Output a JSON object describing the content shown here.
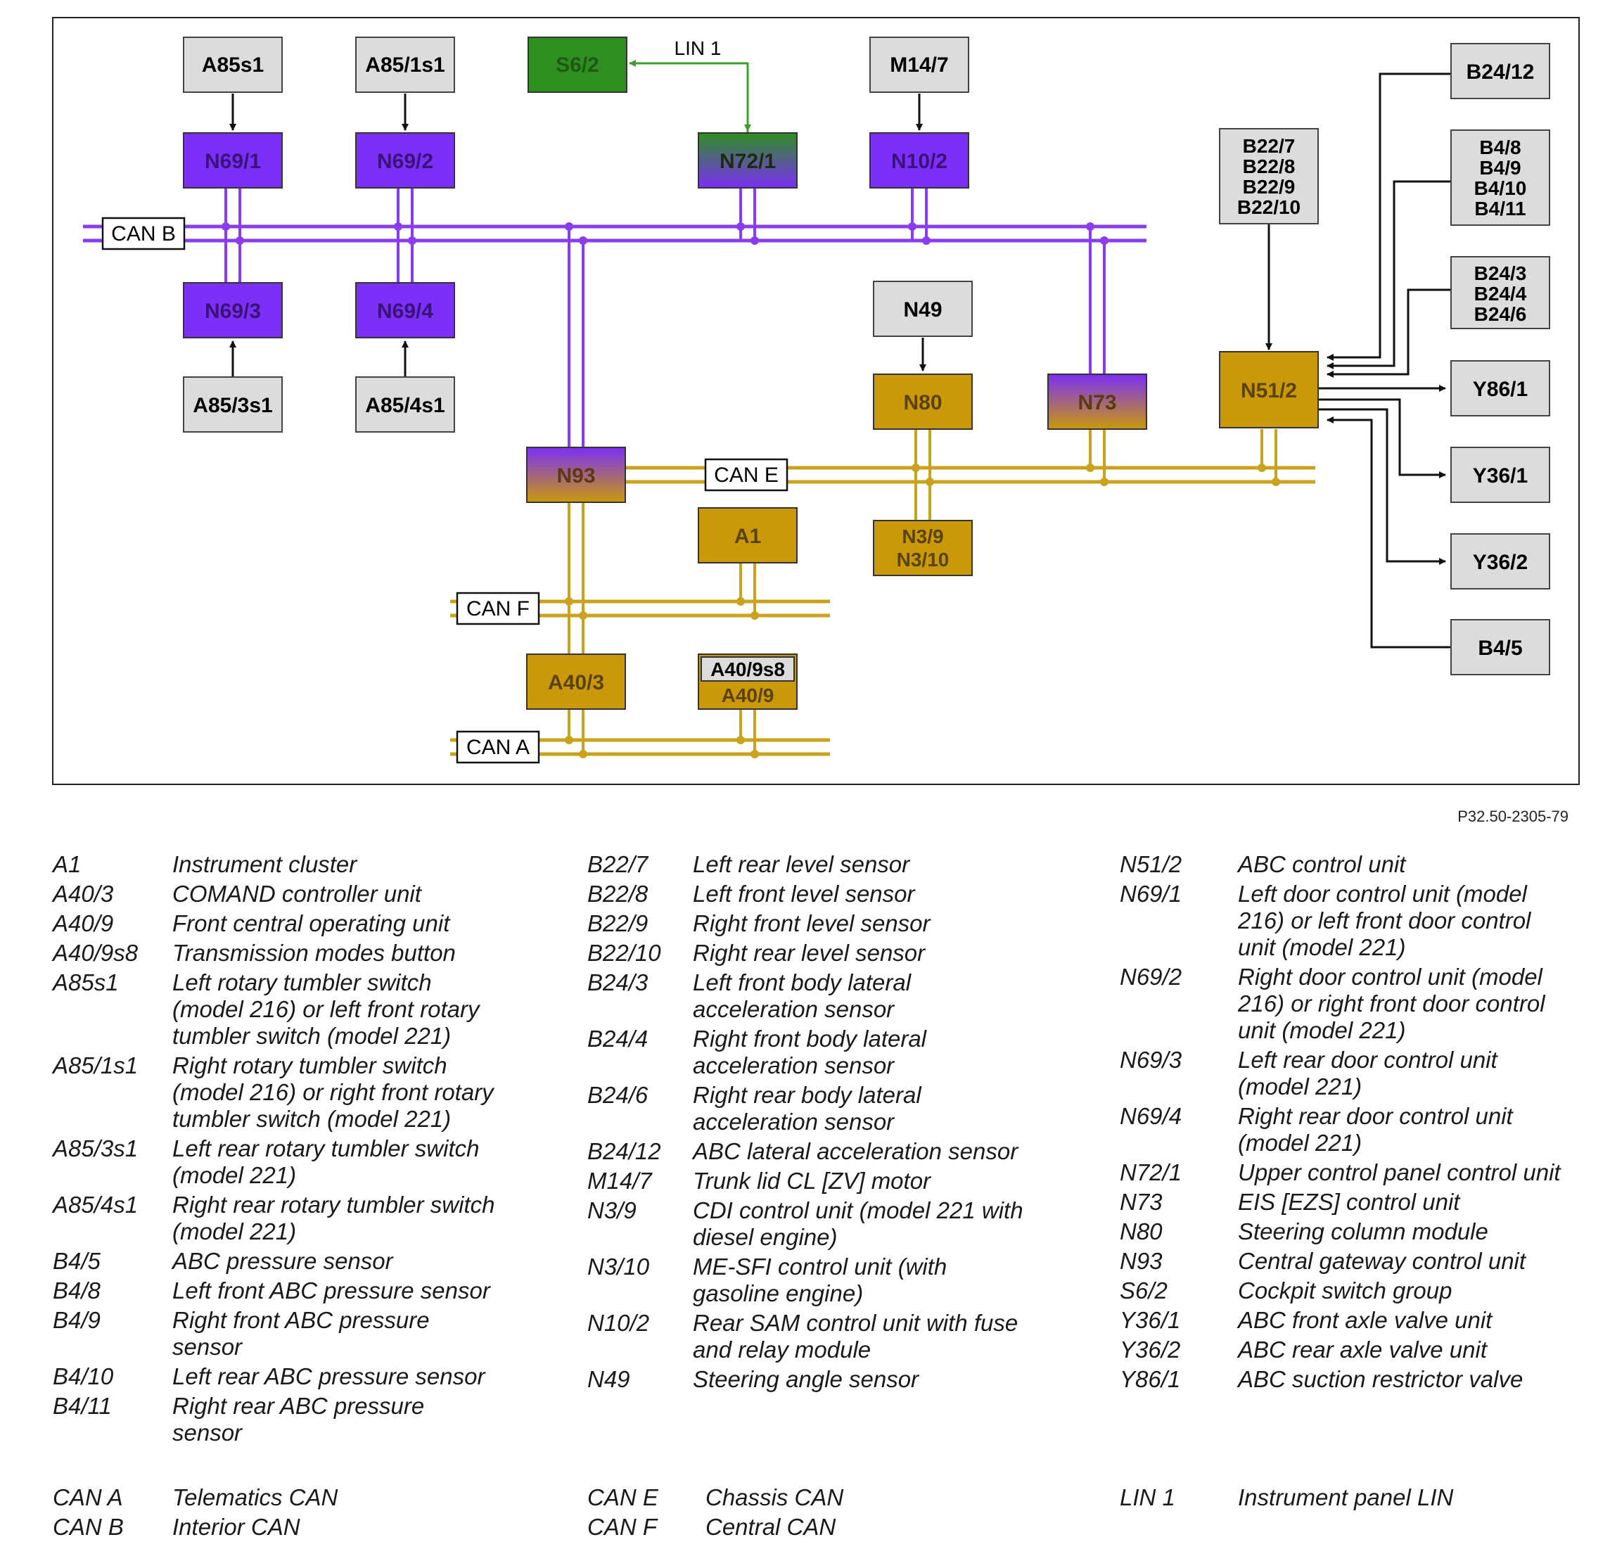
{
  "colors": {
    "purple": "#7b2ff7",
    "purple_line": "#8a3cf0",
    "gold": "#c9990a",
    "gold_line": "#caa21c",
    "green": "#2e8f20",
    "green_line": "#3aa02a",
    "gray": "#dcdcdc",
    "black": "#111111"
  },
  "diagram": {
    "boxes": {
      "A85s1": "A85s1",
      "A85_1s1": "A85/1s1",
      "S6_2": "S6/2",
      "M14_7": "M14/7",
      "N69_1": "N69/1",
      "N69_2": "N69/2",
      "N72_1": "N72/1",
      "N10_2": "N10/2",
      "N69_3": "N69/3",
      "N69_4": "N69/4",
      "A85_3s1": "A85/3s1",
      "A85_4s1": "A85/4s1",
      "N49": "N49",
      "N80": "N80",
      "N73": "N73",
      "N93": "N93",
      "A1": "A1",
      "N3_9": "N3/9",
      "N3_10": "N3/10",
      "A40_3": "A40/3",
      "A40_9s8": "A40/9s8",
      "A40_9": "A40/9",
      "B22_7": "B22/7",
      "B22_8": "B22/8",
      "B22_9": "B22/9",
      "B22_10": "B22/10",
      "N51_2": "N51/2",
      "B24_12": "B24/12",
      "B4_8": "B4/8",
      "B4_9": "B4/9",
      "B4_10": "B4/10",
      "B4_11": "B4/11",
      "B24_3": "B24/3",
      "B24_4": "B24/4",
      "B24_6": "B24/6",
      "Y86_1": "Y86/1",
      "Y36_1": "Y36/1",
      "Y36_2": "Y36/2",
      "B4_5": "B4/5"
    },
    "buses": {
      "can_b": "CAN B",
      "can_e": "CAN E",
      "can_f": "CAN F",
      "can_a": "CAN A",
      "lin_1": "LIN 1"
    }
  },
  "reference": "P32.50-2305-79",
  "legend": {
    "col1": [
      {
        "code": "A1",
        "desc": "Instrument cluster"
      },
      {
        "code": "A40/3",
        "desc": "COMAND controller unit"
      },
      {
        "code": "A40/9",
        "desc": "Front central operating unit"
      },
      {
        "code": "A40/9s8",
        "desc": "Transmission modes button"
      },
      {
        "code": "A85s1",
        "desc": "Left rotary tumbler switch\n(model 216) or left front rotary\ntumbler switch (model 221)"
      },
      {
        "code": "A85/1s1",
        "desc": "Right rotary tumbler switch\n(model 216) or right front rotary\ntumbler switch (model 221)"
      },
      {
        "code": "A85/3s1",
        "desc": "Left rear rotary tumbler switch\n(model 221)"
      },
      {
        "code": "A85/4s1",
        "desc": "Right rear rotary tumbler switch\n(model 221)"
      },
      {
        "code": "B4/5",
        "desc": "ABC pressure sensor"
      },
      {
        "code": "B4/8",
        "desc": "Left front ABC pressure sensor"
      },
      {
        "code": "B4/9",
        "desc": "Right front ABC pressure\nsensor"
      },
      {
        "code": "B4/10",
        "desc": "Left rear ABC pressure sensor"
      },
      {
        "code": "B4/11",
        "desc": "Right rear ABC pressure\nsensor"
      }
    ],
    "col2": [
      {
        "code": "B22/7",
        "desc": "Left rear level sensor"
      },
      {
        "code": "B22/8",
        "desc": "Left front level sensor"
      },
      {
        "code": "B22/9",
        "desc": "Right front level sensor"
      },
      {
        "code": "B22/10",
        "desc": "Right rear level sensor"
      },
      {
        "code": "B24/3",
        "desc": "Left front body lateral\nacceleration sensor"
      },
      {
        "code": "B24/4",
        "desc": "Right front body lateral\nacceleration sensor"
      },
      {
        "code": "B24/6",
        "desc": "Right rear body lateral\nacceleration sensor"
      },
      {
        "code": "B24/12",
        "desc": "ABC lateral acceleration sensor"
      },
      {
        "code": "M14/7",
        "desc": "Trunk lid CL [ZV] motor"
      },
      {
        "code": "N3/9",
        "desc": "CDI control unit (model 221 with\ndiesel engine)"
      },
      {
        "code": "N3/10",
        "desc": "ME-SFI control unit (with\ngasoline engine)"
      },
      {
        "code": "N10/2",
        "desc": "Rear SAM control unit with fuse\nand relay module"
      },
      {
        "code": "N49",
        "desc": "Steering angle sensor"
      }
    ],
    "col3": [
      {
        "code": "N51/2",
        "desc": "ABC control unit"
      },
      {
        "code": "N69/1",
        "desc": "Left door control unit (model\n216) or left front door control\nunit (model 221)"
      },
      {
        "code": "N69/2",
        "desc": "Right door control unit (model\n216) or right front door control\nunit (model 221)"
      },
      {
        "code": "N69/3",
        "desc": "Left rear door control unit\n(model 221)"
      },
      {
        "code": "N69/4",
        "desc": "Right rear door control unit\n(model 221)"
      },
      {
        "code": "N72/1",
        "desc": "Upper control panel control unit"
      },
      {
        "code": "N73",
        "desc": "EIS [EZS] control unit"
      },
      {
        "code": "N80",
        "desc": "Steering column module"
      },
      {
        "code": "N93",
        "desc": "Central gateway control unit"
      },
      {
        "code": "S6/2",
        "desc": "Cockpit switch group"
      },
      {
        "code": "Y36/1",
        "desc": "ABC front axle valve unit"
      },
      {
        "code": "Y36/2",
        "desc": "ABC rear axle valve unit"
      },
      {
        "code": "Y86/1",
        "desc": "ABC suction restrictor valve"
      }
    ],
    "bus_col1": [
      {
        "code": "CAN A",
        "desc": "Telematics CAN"
      },
      {
        "code": "CAN B",
        "desc": "Interior CAN"
      }
    ],
    "bus_col2": [
      {
        "code": "CAN E",
        "desc": "Chassis CAN"
      },
      {
        "code": "CAN F",
        "desc": "Central CAN"
      }
    ],
    "bus_col3": [
      {
        "code": "LIN 1",
        "desc": "Instrument panel LIN"
      }
    ]
  }
}
